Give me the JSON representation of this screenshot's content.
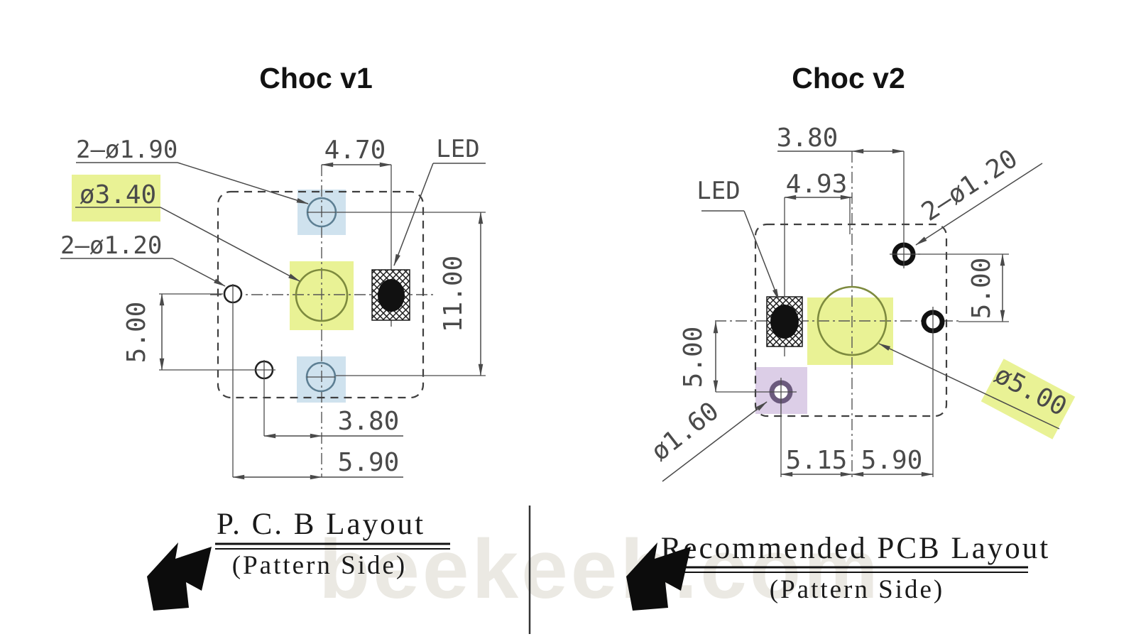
{
  "watermark": "beekeeb.com",
  "left": {
    "title": "Choc v1",
    "dims": {
      "pins_label": "2–ø1.90",
      "stem_label": "ø3.40",
      "mount_label": "2–ø1.20",
      "led_offset": "4.70",
      "led_label": "LED",
      "pin_span_v": "11.00",
      "mount_span_v": "5.00",
      "mount_x1": "3.80",
      "mount_x2": "5.90"
    },
    "caption": {
      "line1": "P. C. B Layout",
      "line2": "(Pattern Side)"
    }
  },
  "right": {
    "title": "Choc v2",
    "dims": {
      "pin_offset_x": "3.80",
      "led_offset_x": "4.93",
      "led_label": "LED",
      "pins_label": "2–ø1.20",
      "pin_span_v": "5.00",
      "mount_span_v": "5.00",
      "mount_dia": "ø1.60",
      "stem_dia": "ø5.00",
      "mount_x": "5.15",
      "pin_x": "5.90"
    },
    "caption": {
      "line1": "Recommended PCB Layout",
      "line2": "(Pattern Side)"
    }
  },
  "colors": {
    "highlight_yellow": "#e9f295",
    "highlight_blue": "#cfe2ee",
    "highlight_purple": "#dccee7",
    "ring_purple": "#6b5a7d",
    "circle_olive": "#7d8a3e",
    "circle_blue": "#5d7f93"
  }
}
